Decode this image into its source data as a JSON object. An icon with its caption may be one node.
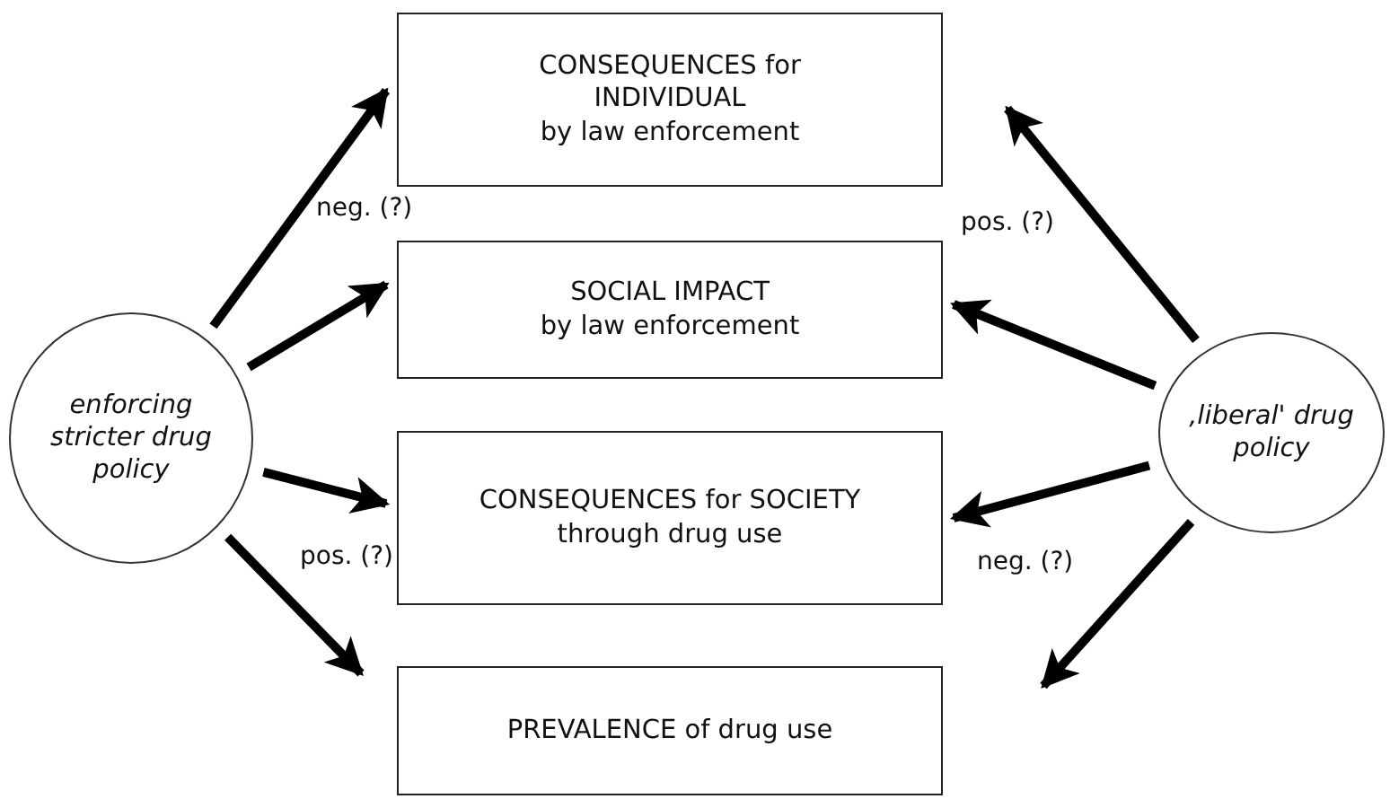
{
  "diagram": {
    "nodes": [
      {
        "text": [
          "enforcing stricter drug policy"
        ]
      },
      {
        "text": [
          "CONSEQUENCES for INDIVIDUAL",
          "by law enforcement"
        ]
      },
      {
        "text": [
          "SOCIAL IMPACT",
          "by law enforcement"
        ]
      },
      {
        "text": [
          "CONSEQUENCES for SOCIETY",
          "through drug use"
        ]
      },
      {
        "text": [
          "PREVALENCE of drug use"
        ]
      },
      {
        "text": [
          "‚liberal' drug policy"
        ]
      }
    ],
    "edges": [
      {
        "from": 0,
        "to": 1,
        "arrow": "to"
      },
      {
        "from": 0,
        "to": 2,
        "arrow": "to"
      },
      {
        "from": 0,
        "to": 3,
        "arrow": "to"
      },
      {
        "from": 0,
        "to": 4,
        "arrow": "to"
      },
      {
        "from": 5,
        "to": 1,
        "arrow": "to"
      },
      {
        "from": 5,
        "to": 2,
        "arrow": "to"
      },
      {
        "from": 5,
        "to": 3,
        "arrow": "to"
      },
      {
        "from": 5,
        "to": 4,
        "arrow": "to"
      }
    ],
    "labels": [
      "neg. (?)",
      "pos. (?)",
      "pos. (?)",
      "neg. (?)"
    ]
  }
}
